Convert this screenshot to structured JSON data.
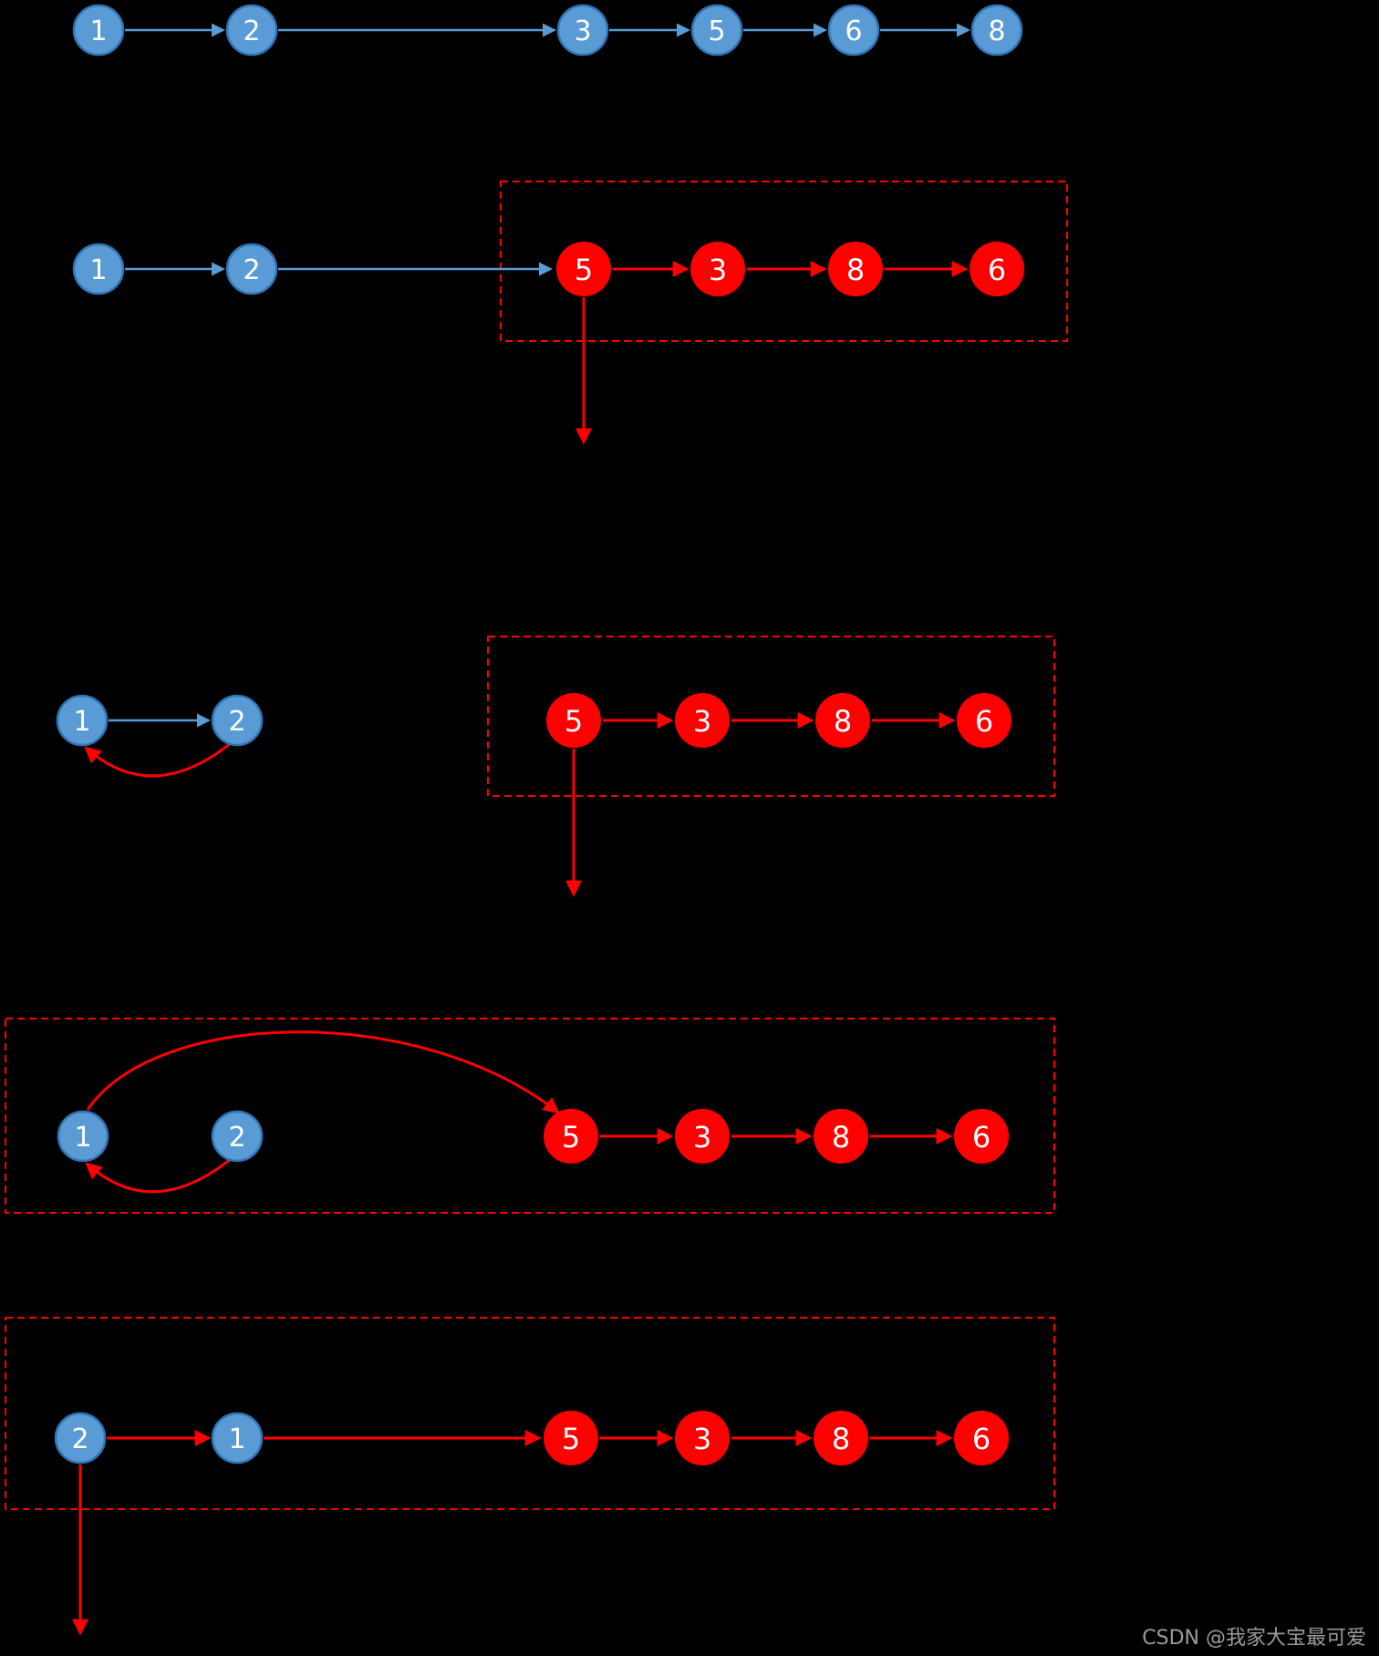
{
  "watermark": "CSDN @我家大宝最可爱",
  "colors": {
    "background": "#000000",
    "node_blue_fill": "#5B9BD5",
    "node_blue_border": "#2E75B6",
    "node_red_fill": "#FF0000",
    "arrow_blue": "#5B9BD5",
    "arrow_red": "#FF0000",
    "dashed_box": "#FF0000",
    "node_text": "#FFFFFF",
    "watermark_text": "#9B9B9B"
  },
  "diagram": {
    "step1_original_list": {
      "description": "linked list 1->2->3->5->6->8 all blue",
      "nodes": [
        "1",
        "2",
        "3",
        "5",
        "6",
        "8"
      ]
    },
    "step2_split": {
      "description": "blue head 1->2 pointing at red sublist 5->3->8->6 in dashed box, down arrow from 5",
      "nodes": [
        "1",
        "2",
        "5",
        "3",
        "8",
        "6"
      ]
    },
    "step3_reverse_head": {
      "description": "1->2 with red back-arc 2->1, red sublist 5->3->8->6 in dashed box, down arrow from 5",
      "nodes": [
        "1",
        "2",
        "5",
        "3",
        "8",
        "6"
      ]
    },
    "step4_connect": {
      "description": "big dashed box, long red curve from 1 to 5, back-arc 2->1, red sublist 5->3->8->6",
      "nodes": [
        "1",
        "2",
        "5",
        "3",
        "8",
        "6"
      ]
    },
    "step5_result": {
      "description": "dashed box with 2->1->5->3->8->6 all red arrows, down arrow from 2",
      "nodes": [
        "2",
        "1",
        "5",
        "3",
        "8",
        "6"
      ]
    }
  }
}
